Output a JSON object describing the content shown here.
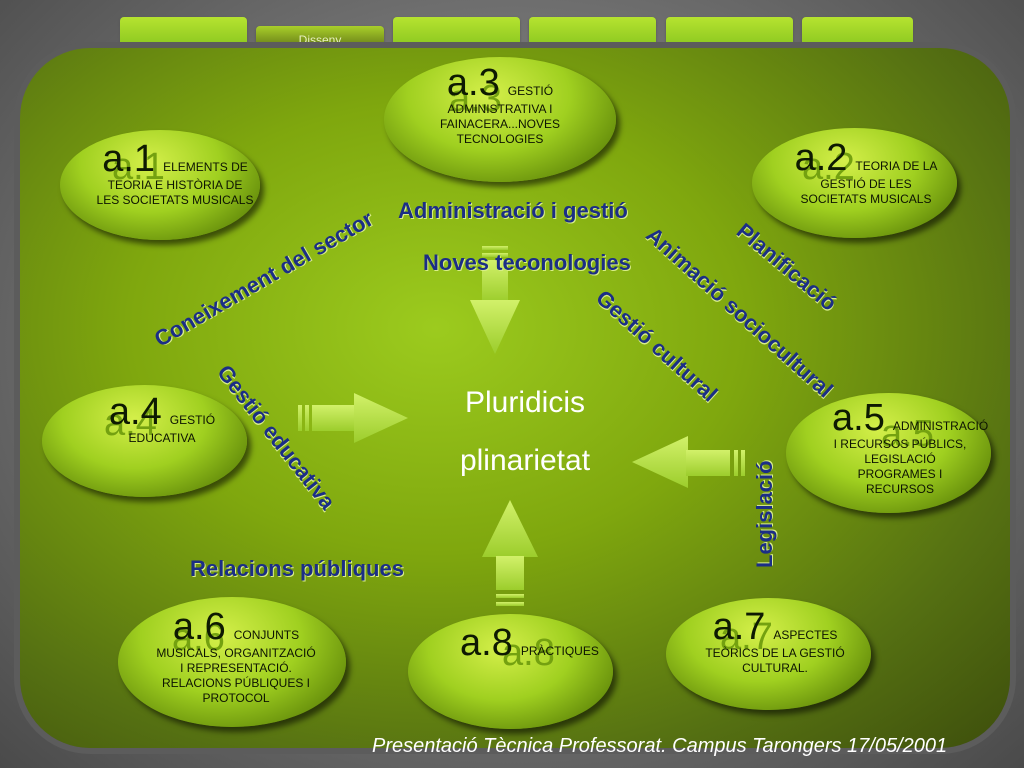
{
  "nav": {
    "tabs": [
      "",
      "Disseny",
      "",
      "",
      "",
      ""
    ],
    "active_index": 1
  },
  "nodes": {
    "a1": {
      "num": "a.1",
      "text": "ELEMENTS DE TEORIA E HISTÒRIA DE LES SOCIETATS MUSICALS"
    },
    "a2": {
      "num": "a.2",
      "text": "TEORIA DE LA GESTIÓ DE LES SOCIETATS MUSICALS"
    },
    "a3": {
      "num": "a.3",
      "text": "GESTIÓ ADMINISTRATIVA I FAINACERA...NOVES TECNOLOGIES"
    },
    "a4": {
      "num": "a.4",
      "text": "GESTIÓ EDUCATIVA"
    },
    "a5": {
      "num": "a.5",
      "text": "ADMINISTRACIÓ I RECURSOS PÚBLICS, LEGISLACIÓ PROGRAMES I RECURSOS"
    },
    "a6": {
      "num": "a.6",
      "text": "CONJUNTS MUSICALS, ORGANITZACIÓ I REPRESENTACIÓ. RELACIONS PÚBLIQUES I PROTOCOL"
    },
    "a7": {
      "num": "a.7",
      "text": "ASPECTES TEÒRICS DE LA GESTIÓ CULTURAL."
    },
    "a8": {
      "num": "a.8",
      "text": "PRÀCTIQUES"
    }
  },
  "labels": {
    "coneixement": "Coneixement del sector",
    "administracio": "Administració i gestió",
    "noves": "Noves teconologies",
    "animacio": "Animació sociocultural",
    "planificacio": "Planificació",
    "gestio_cultural": "Gestió cultural",
    "gestio_educativa": "Gestió educativa",
    "legislacio": "Legislació",
    "relacions": "Relacions públiques"
  },
  "center": {
    "line1": "Pluridicis",
    "line2": "plinarietat"
  },
  "footer": "Presentació Tècnica Professorat. Campus Tarongers 17/05/2001",
  "colors": {
    "label_blue": "#1b2e86",
    "arrow_fill": "#b8e34a",
    "board_green": "#7fa70e"
  }
}
